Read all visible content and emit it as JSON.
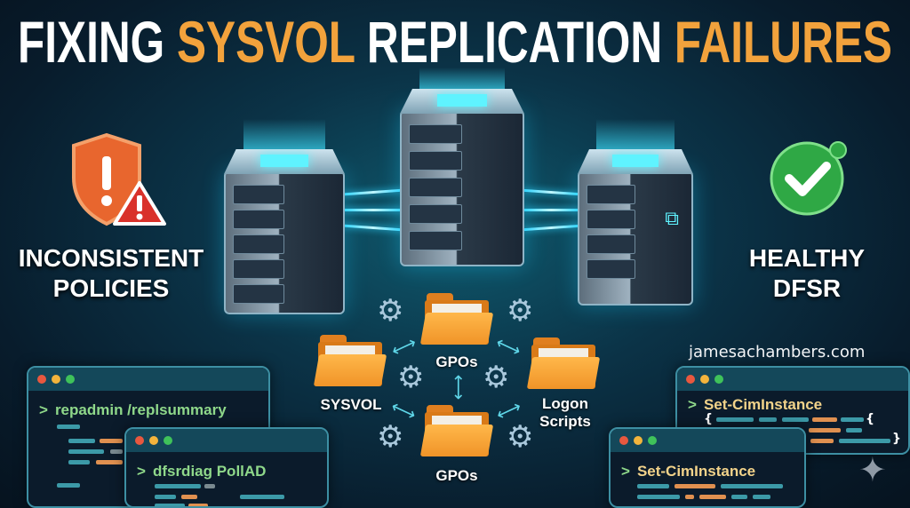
{
  "title": {
    "part1": "FIXING ",
    "part2": "SYSVOL",
    "part3": " REPLICATION ",
    "part4": "FAILURES"
  },
  "left_status": {
    "line1": "INCONSISTENT",
    "line2": "POLICIES",
    "icon": "warning-shield-icon"
  },
  "right_status": {
    "line1": "HEALTHY",
    "line2": "DFSR",
    "icon": "check-circle-icon"
  },
  "folders": [
    {
      "label": "GPOs"
    },
    {
      "label": "SYSVOL"
    },
    {
      "label": "Logon Scripts"
    },
    {
      "label": "GPOs"
    }
  ],
  "website": "jamesachambers.com",
  "terminals": [
    {
      "prompt": ">",
      "command": "repadmin /replsummary"
    },
    {
      "prompt": ">",
      "command": "dfsrdiag PollAD"
    },
    {
      "prompt": ">",
      "command": "Set-CimInstance",
      "brace_open": "{",
      "brace_mid": "{",
      "brace_close": "}"
    },
    {
      "prompt": ">",
      "command": "Set-CimInstance"
    }
  ],
  "colors": {
    "accent": "#f2a23c",
    "cmd_green": "#8fd88a",
    "cmd_yellow": "#f2d38a",
    "glow": "#2fd6ff",
    "red": "#e04e36",
    "green": "#34b24a"
  }
}
